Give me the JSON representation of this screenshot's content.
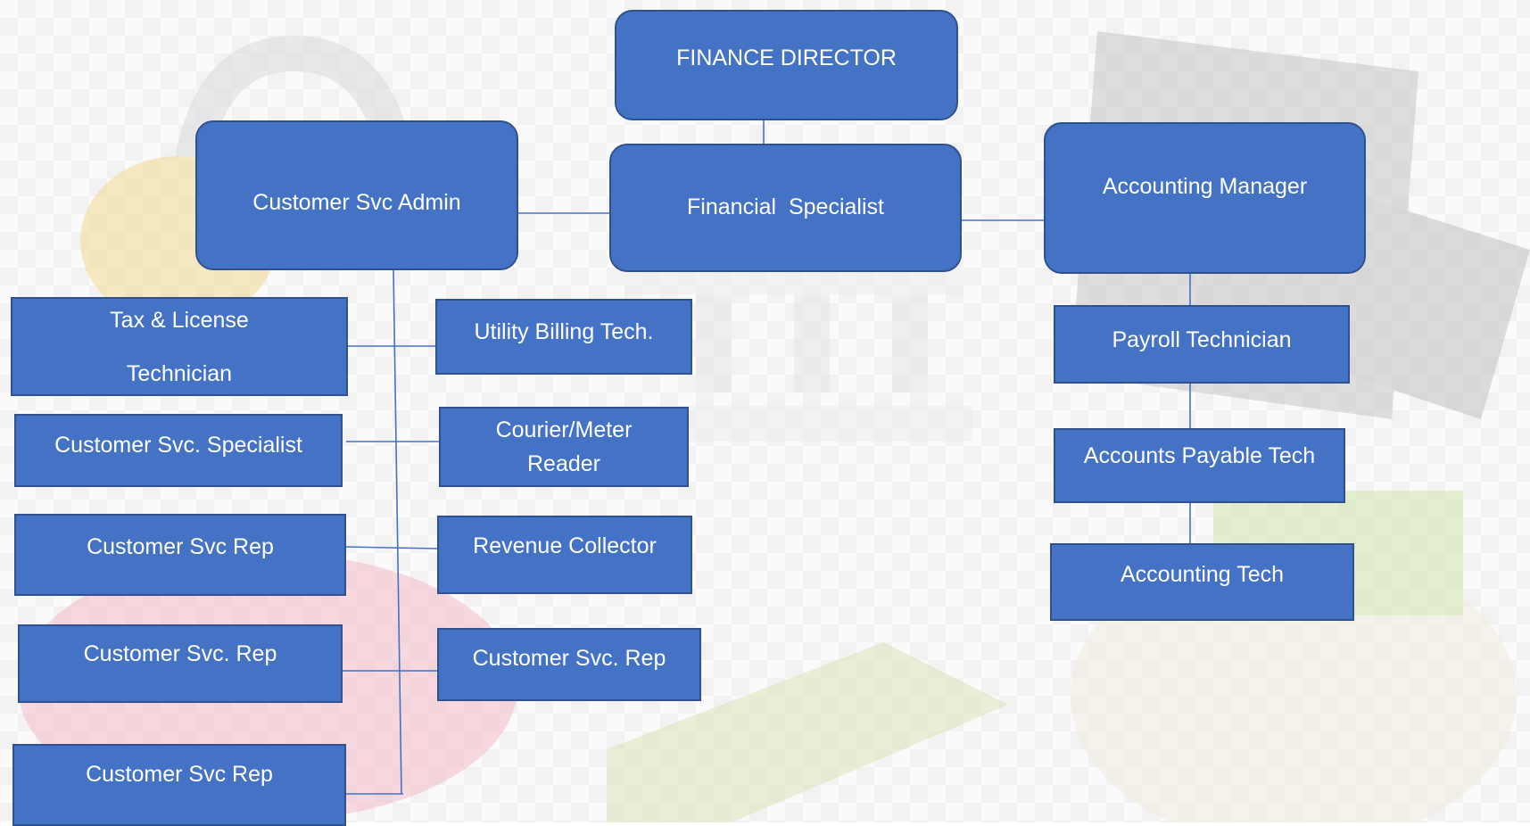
{
  "colors": {
    "node_fill": "#4472c4",
    "node_border": "#2f528f",
    "connector": "#4472c4",
    "text": "#ffffff"
  },
  "background_icons": [
    "padlock-icon",
    "coin-icon",
    "bank-icon",
    "calculator-icon",
    "money-bag-icon",
    "piggy-bank-icon",
    "cash-icon"
  ],
  "nodes": {
    "finance_director": "FINANCE DIRECTOR",
    "financial_specialist": "Financial  Specialist",
    "customer_svc_admin": "Customer Svc Admin",
    "accounting_manager": "Accounting Manager",
    "tax_license_1": "Tax & License",
    "tax_license_2": "Technician",
    "utility_billing": "Utility Billing Tech.",
    "customer_svc_specialist": "Customer Svc. Specialist",
    "courier_1": "Courier/Meter",
    "courier_2": "Reader",
    "customer_svc_rep_1": "Customer Svc Rep",
    "revenue_collector": "Revenue Collector",
    "customer_svc_rep_2": "Customer Svc. Rep",
    "customer_svc_rep_3": "Customer Svc. Rep",
    "customer_svc_rep_4": "Customer Svc Rep",
    "payroll_technician": "Payroll Technician",
    "accounts_payable": "Accounts Payable Tech",
    "accounting_tech": "Accounting Tech"
  }
}
